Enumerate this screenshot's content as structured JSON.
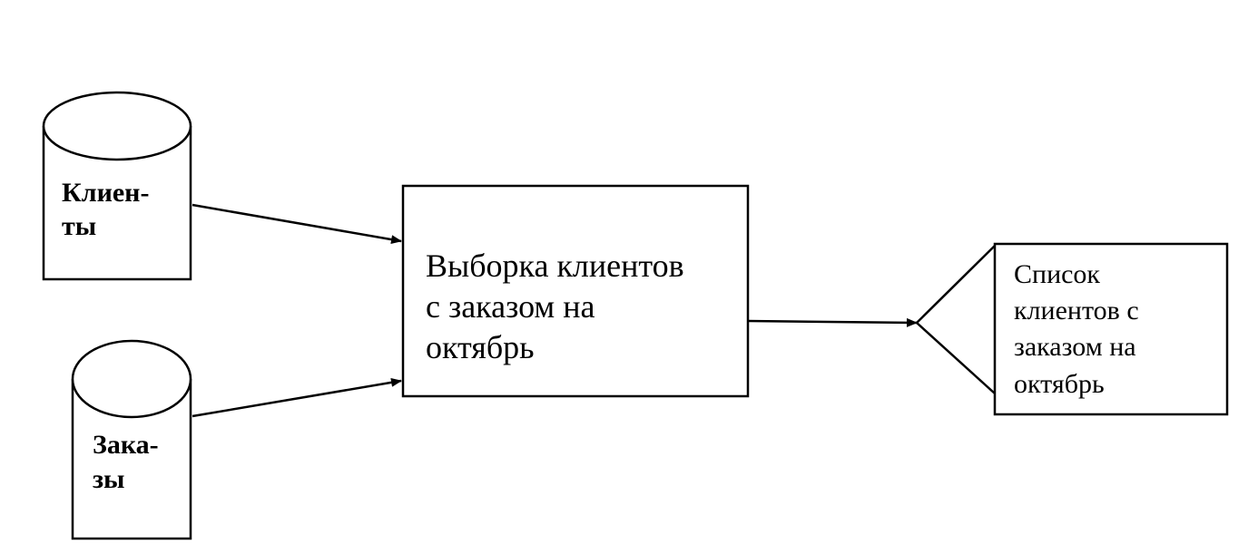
{
  "nodes": {
    "clients_db": {
      "lines": [
        "Клиен-",
        "ты"
      ]
    },
    "orders_db": {
      "lines": [
        "Зака-",
        "зы"
      ]
    },
    "process": {
      "lines": [
        "Выборка клиентов",
        "с заказом на",
        "октябрь"
      ]
    },
    "output": {
      "lines": [
        "Список",
        "клиентов с",
        "заказом на",
        "октябрь"
      ]
    }
  },
  "colors": {
    "stroke": "#000000",
    "background": "#ffffff"
  }
}
